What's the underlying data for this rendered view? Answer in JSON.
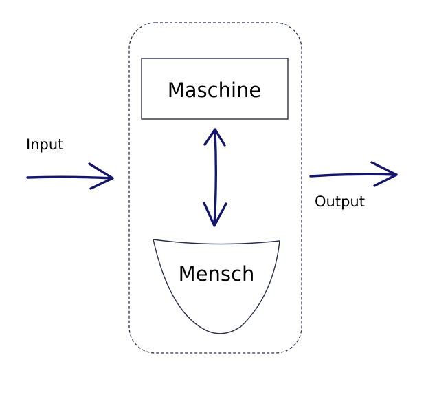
{
  "labels": {
    "machine": "Maschine",
    "human": "Mensch",
    "input": "Input",
    "output": "Output"
  },
  "colors": {
    "arrow": "#14166b",
    "outline": "#2a2f4a",
    "dashed_border": "#2a2f4a",
    "text": "#000000",
    "background": "#ffffff"
  }
}
